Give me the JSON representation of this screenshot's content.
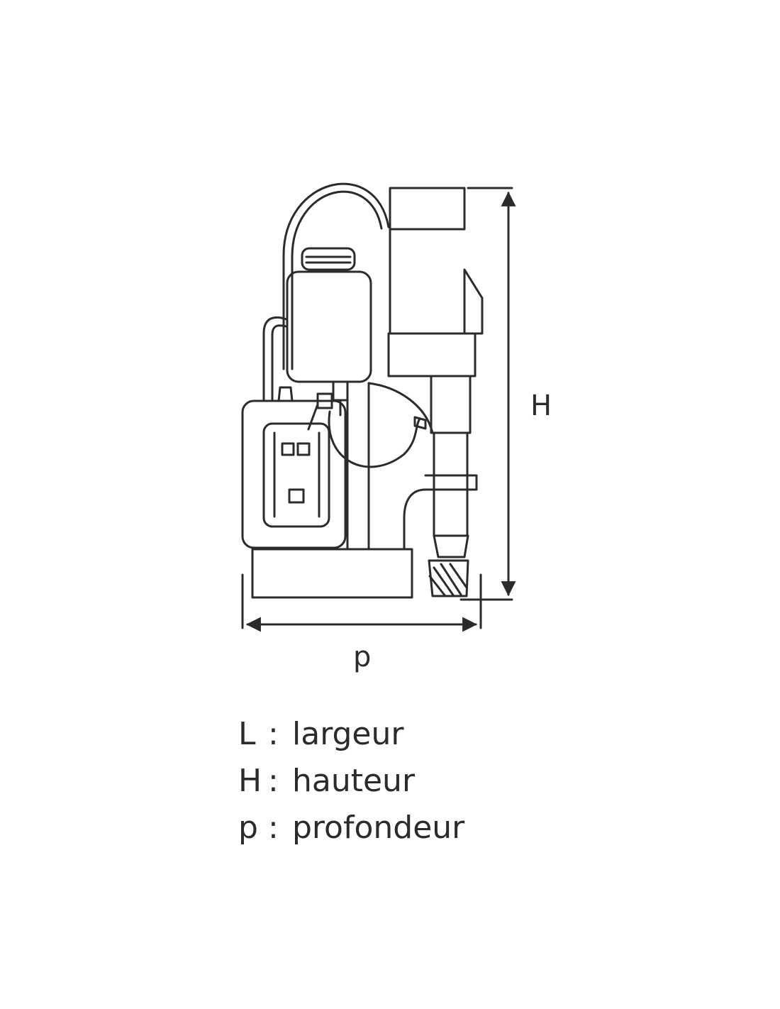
{
  "diagram": {
    "subject": "magnetic-drill-press",
    "dimension_labels": {
      "height": "H",
      "depth": "p"
    },
    "stroke_color": "#2b2b2b"
  },
  "legend": [
    {
      "symbol": "L",
      "separator": ":",
      "text": "largeur"
    },
    {
      "symbol": "H",
      "separator": ":",
      "text": "hauteur"
    },
    {
      "symbol": "p",
      "separator": ":",
      "text": "profondeur"
    }
  ]
}
